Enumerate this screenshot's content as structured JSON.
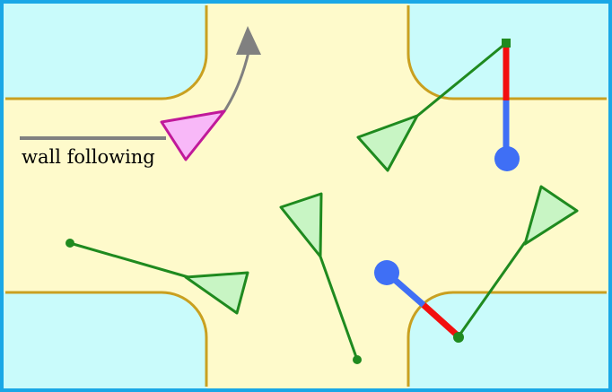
{
  "diagram": {
    "labels": {
      "wall_following": "wall following"
    },
    "colors": {
      "frame": "#1aa7e6",
      "outside": "#c9fbfb",
      "road": "#fefacb",
      "wall": "#c9a020",
      "agent_fill": "#c8f5c4",
      "agent_stroke": "#1f8a1f",
      "path": "#1f8a1f",
      "highlight_fill": "#f8b8f8",
      "highlight_stroke": "#c0199a",
      "arrow": "#808080",
      "blue_segment": "#3f6ff5",
      "red_segment": "#f20f0f"
    },
    "agents": [
      {
        "id": "highlighted-agent",
        "role": "wall-follower"
      },
      {
        "id": "agent-left"
      },
      {
        "id": "agent-center"
      },
      {
        "id": "agent-top-right"
      },
      {
        "id": "agent-bottom-right"
      }
    ]
  }
}
